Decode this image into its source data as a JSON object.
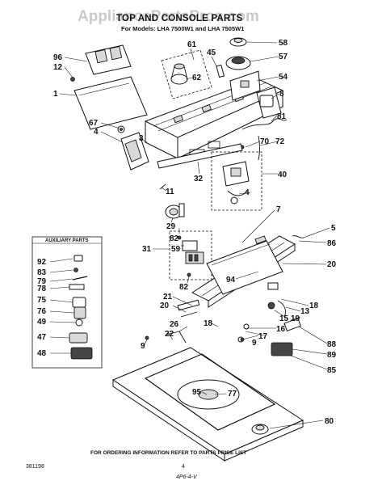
{
  "watermark": "AppliancePartsPros.com",
  "title": "TOP AND CONSOLE PARTS",
  "subtitle": "For Models: LHA 7500W1 and LHA 7505W1",
  "aux_title": "AUXILIARY PARTS",
  "footer": "FOR ORDERING INFORMATION REFER TO PARTS PRICE LIST",
  "doc_number": "381198",
  "page_number": "4",
  "handwritten_note": "4P6-4-V",
  "callouts": [
    "96",
    "12",
    "1",
    "61",
    "45",
    "58",
    "62",
    "57",
    "54",
    "8",
    "81",
    "67",
    "4",
    "3",
    "70",
    "72",
    "32",
    "40",
    "4",
    "11",
    "29",
    "82",
    "31",
    "59",
    "82",
    "7",
    "5",
    "86",
    "20",
    "94",
    "21",
    "20",
    "18",
    "15",
    "19",
    "13",
    "18",
    "26",
    "16",
    "22",
    "17",
    "9",
    "9",
    "88",
    "89",
    "85",
    "95",
    "77",
    "80",
    "92",
    "83",
    "79",
    "78",
    "75",
    "76",
    "49",
    "47",
    "48"
  ]
}
